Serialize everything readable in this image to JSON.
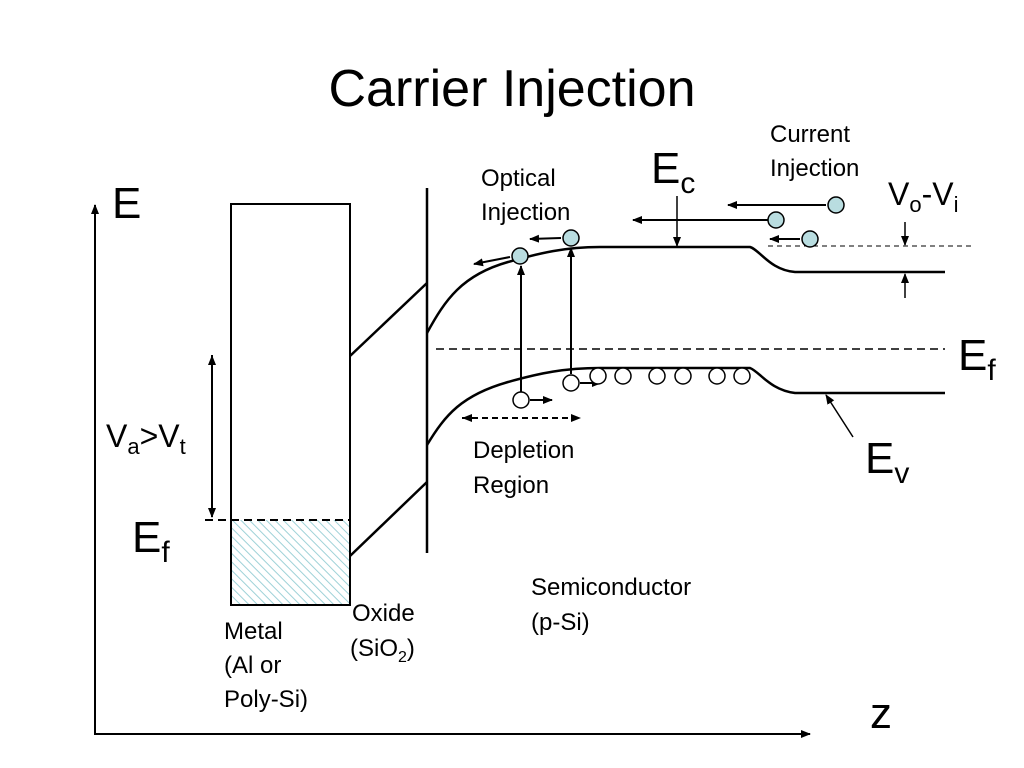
{
  "title": "Carrier Injection",
  "axes": {
    "y_label": "E",
    "x_label": "z"
  },
  "labels": {
    "ec": {
      "main": "E",
      "sub": "c"
    },
    "ef_right": {
      "main": "E",
      "sub": "f"
    },
    "ef_left": {
      "main": "E",
      "sub": "f"
    },
    "ev": {
      "main": "E",
      "sub": "v"
    },
    "va_vt": {
      "a": "V",
      "a_sub": "a",
      "op": ">V",
      "t_sub": "t"
    },
    "vo_vi": {
      "a": "V",
      "a_sub": "o",
      "op": "-V",
      "b_sub": "i"
    },
    "optical_injection": [
      "Optical",
      "Injection"
    ],
    "current_injection": [
      "Current",
      "Injection"
    ],
    "depletion_region": [
      "Depletion",
      "Region"
    ],
    "semiconductor": [
      "Semiconductor",
      "(p-Si)"
    ],
    "oxide": {
      "line1": "Oxide",
      "line2_pre": "(SiO",
      "line2_sub": "2",
      "line2_post": ")"
    },
    "metal": [
      "Metal",
      "(Al or",
      "Poly-Si)"
    ]
  },
  "colors": {
    "carrier_fill": "#b9dde0",
    "metal_hatch": "#9fd2d8",
    "line": "#000000"
  }
}
